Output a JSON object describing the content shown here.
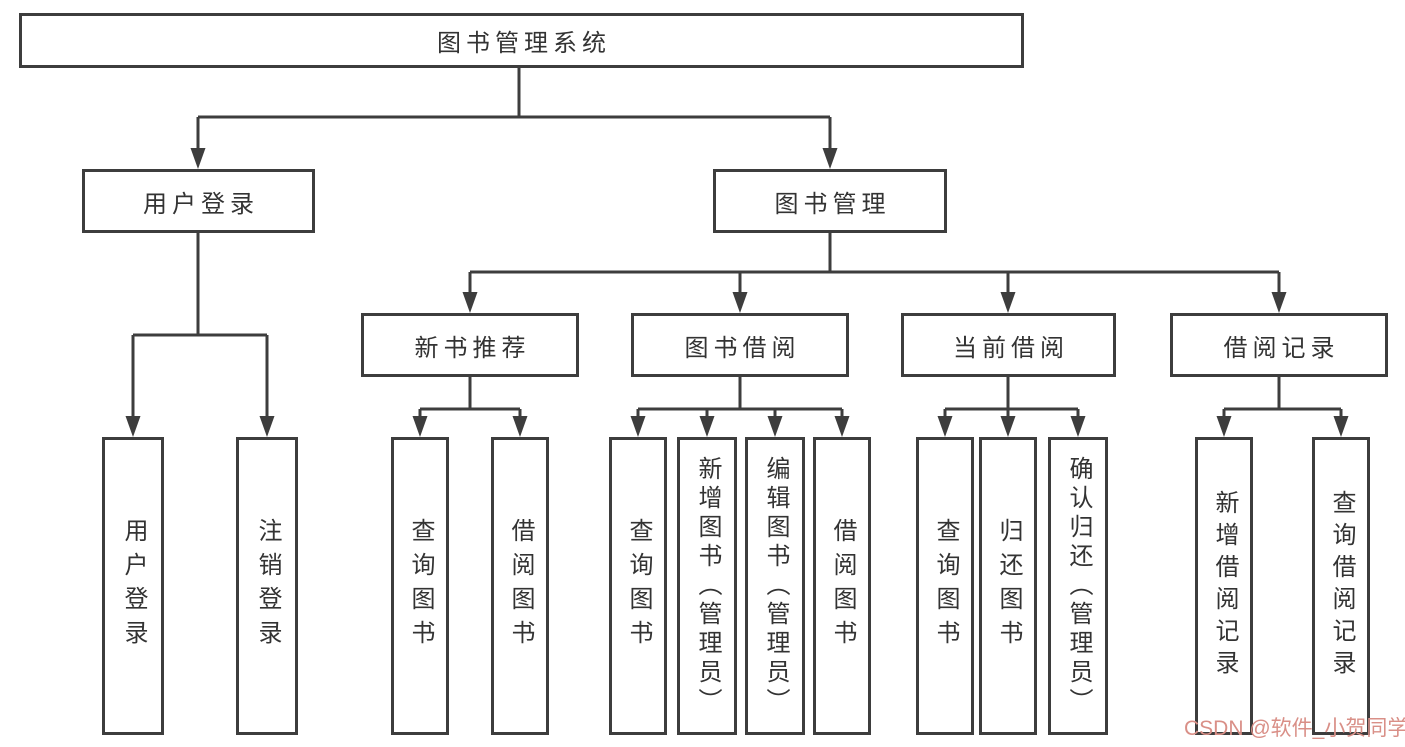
{
  "diagram_type": "hierarchy-tree",
  "colors": {
    "line": "#3d3d3d",
    "text": "#333333",
    "background": "#ffffff",
    "watermark": "#d98f87"
  },
  "tree": {
    "label": "图书管理系统",
    "children": [
      {
        "label": "用户登录",
        "children": [
          {
            "label": "用户登录"
          },
          {
            "label": "注销登录"
          }
        ]
      },
      {
        "label": "图书管理",
        "children": [
          {
            "label": "新书推荐",
            "children": [
              {
                "label": "查询图书"
              },
              {
                "label": "借阅图书"
              }
            ]
          },
          {
            "label": "图书借阅",
            "children": [
              {
                "label": "查询图书"
              },
              {
                "label": "新增图书（管理员）"
              },
              {
                "label": "编辑图书（管理员）"
              },
              {
                "label": "借阅图书"
              }
            ]
          },
          {
            "label": "当前借阅",
            "children": [
              {
                "label": "查询图书"
              },
              {
                "label": "归还图书"
              },
              {
                "label": "确认归还（管理员）"
              }
            ]
          },
          {
            "label": "借阅记录",
            "children": [
              {
                "label": "新增借阅记录"
              },
              {
                "label": "查询借阅记录"
              }
            ]
          }
        ]
      }
    ]
  },
  "watermark": {
    "text": "CSDN @软件_小贺同学"
  }
}
